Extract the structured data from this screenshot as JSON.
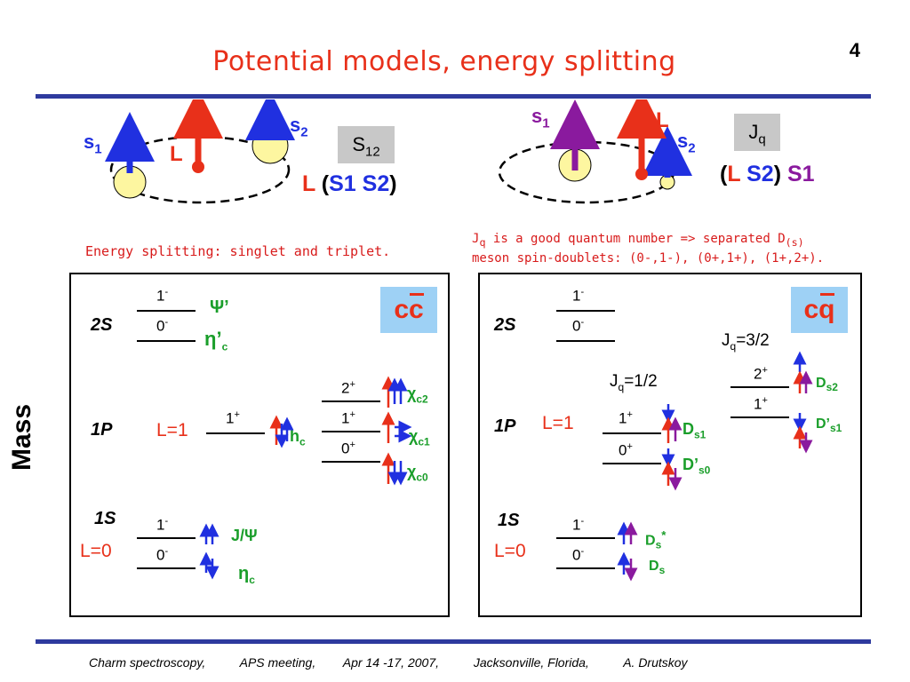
{
  "page_number": "4",
  "title": "Potential models, energy splitting",
  "footer": "Charm spectroscopy,          APS meeting,        Apr 14 -17, 2007,          Jacksonville, Florida,          A. Drutskoy",
  "left_diagram": {
    "s1": "s",
    "s1_sub": "1",
    "s2": "s",
    "s2_sub": "2",
    "L": "L",
    "box": "S",
    "box_sub": "12",
    "coupling_L": "L",
    "coupling_open": " (",
    "coupling_S1": "S1",
    "coupling_S2": "S2",
    "coupling_close": ")"
  },
  "right_diagram": {
    "s1": "s",
    "s1_sub": "1",
    "s2": "s",
    "s2_sub": "2",
    "L": "L",
    "box": "J",
    "box_sub": "q",
    "coupling_open": "(",
    "coupling_L": "L",
    "coupling_S2": "S2",
    "coupling_close": ")",
    "coupling_S1": "S1"
  },
  "left_note": "Energy splitting: singlet and triplet.",
  "right_note_line1_a": "J",
  "right_note_line1_sub": "q",
  "right_note_line1_b": " is a good quantum number =>  separated D",
  "right_note_line1_sub2": "(s)",
  "right_note_line2": "meson spin-doublets: (0-,1-), (0+,1+), (1+,2+).",
  "mass_label": "Mass",
  "left_panel": {
    "quark": "cc",
    "state_2S": "2S",
    "state_1P": "1P",
    "state_1S": "1S",
    "L1": "L=1",
    "L0": "L=0",
    "lvl_2S_1": "1",
    "lvl_2S_1_sup": "-",
    "lvl_2S_0": "0",
    "lvl_2S_0_sup": "-",
    "psi_prime": "Ψ’",
    "eta_prime": "η’",
    "eta_prime_sub": "c",
    "lvl_1P_hc": "1",
    "lvl_1P_hc_sup": "+",
    "hc": "h",
    "hc_sub": "c",
    "lvl_chi2": "2",
    "lvl_chi2_sup": "+",
    "lvl_chi1": "1",
    "lvl_chi1_sup": "+",
    "lvl_chi0": "0",
    "lvl_chi0_sup": "+",
    "chi_c2": "χ",
    "chi_c2_sub": "c2",
    "chi_c1": "χ",
    "chi_c1_sub": "c1",
    "chi_c0": "χ",
    "chi_c0_sub": "c0",
    "lvl_1S_1": "1",
    "lvl_1S_1_sup": "-",
    "lvl_1S_0": "0",
    "lvl_1S_0_sup": "-",
    "jpsi": "J/Ψ",
    "eta_c": "η",
    "eta_c_sub": "c"
  },
  "right_panel": {
    "quark": "cq",
    "state_2S": "2S",
    "state_1P": "1P",
    "state_1S": "1S",
    "L1": "L=1",
    "L0": "L=0",
    "lvl_2S_1": "1",
    "lvl_2S_1_sup": "-",
    "lvl_2S_0": "0",
    "lvl_2S_0_sup": "-",
    "jq_half": "J",
    "jq_half_sub": "q",
    "jq_half_val": "=1/2",
    "jq_32": "J",
    "jq_32_sub": "q",
    "jq_32_val": "=3/2",
    "lvl_ds1": "1",
    "lvl_ds1_sup": "+",
    "lvl_ds0": "0",
    "lvl_ds0_sup": "+",
    "lvl_ds2": "2",
    "lvl_ds2_sup": "+",
    "lvl_dps1": "1",
    "lvl_dps1_sup": "+",
    "ds1": "D",
    "ds1_sub": "s1",
    "dps0": "D’",
    "dps0_sub": "s0",
    "ds2": "D",
    "ds2_sub": "s2",
    "dps1": "D’",
    "dps1_sub": "s1",
    "lvl_1S_1": "1",
    "lvl_1S_1_sup": "-",
    "lvl_1S_0": "0",
    "lvl_1S_0_sup": "-",
    "ds_star": "D",
    "ds_star_sub": "s",
    "ds_star_sup": "*",
    "ds": "D",
    "ds_sub": "s"
  },
  "colors": {
    "red": "#e8301a",
    "blue": "#2030e0",
    "green": "#1a9e2a",
    "purple": "#8a1a9e",
    "rule": "#2e3a9e",
    "quark_box": "#9ed1f5"
  }
}
